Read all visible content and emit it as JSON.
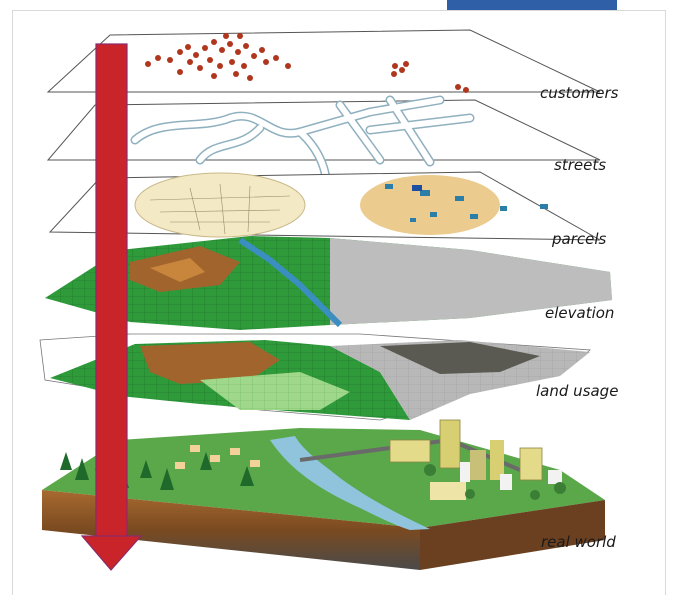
{
  "layers": [
    {
      "label": "customers"
    },
    {
      "label": "streets"
    },
    {
      "label": "parcels"
    },
    {
      "label": "elevation"
    },
    {
      "label": "land usage"
    },
    {
      "label": "real world"
    }
  ],
  "colors": {
    "arrow": "#c8242a",
    "arrow_outline": "#8a2a6a",
    "plane_line": "#555555",
    "customer_dot": "#b0361e",
    "street_fill": "#ffffff",
    "street_outline": "#7fa0b0",
    "river": "#7fb0c8",
    "grass": "#2e9a3a",
    "grass_light": "#7ecb6a",
    "brown": "#a0642c",
    "gray_surface": "#b8b8b8",
    "soil": "#8a5a2a",
    "tab": "#2f5fa6"
  }
}
